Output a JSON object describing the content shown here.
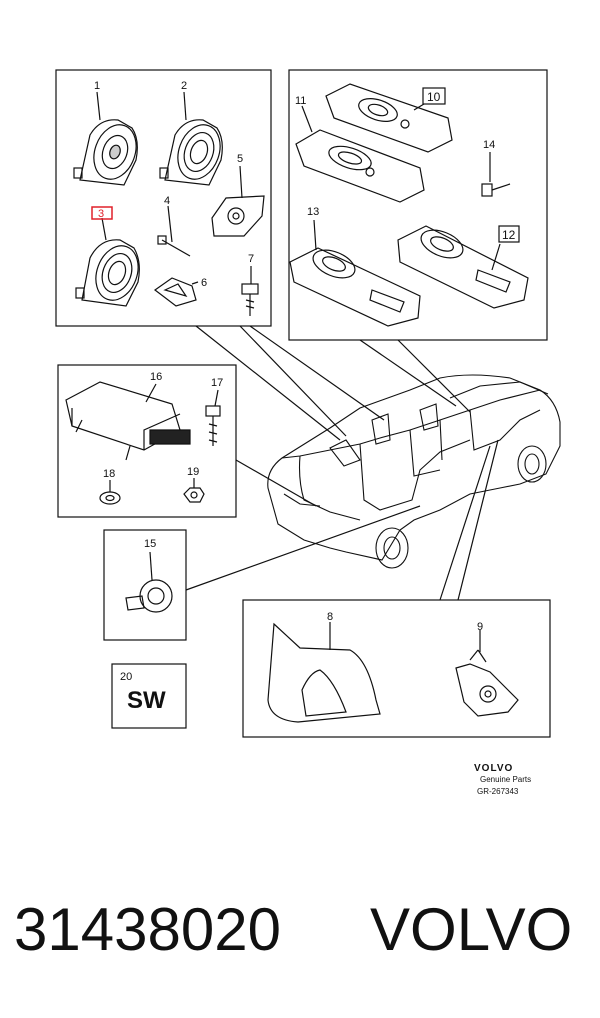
{
  "callouts": {
    "c1": "1",
    "c2": "2",
    "c3": "3",
    "c4": "4",
    "c5": "5",
    "c6": "6",
    "c7": "7",
    "c8": "8",
    "c9": "9",
    "c10": "10",
    "c11": "11",
    "c12": "12",
    "c13": "13",
    "c14": "14",
    "c15": "15",
    "c16": "16",
    "c17": "17",
    "c18": "18",
    "c19": "19",
    "c20": "20"
  },
  "sw_label": "SW",
  "brand_block": {
    "logo": "VOLVO",
    "line1": "Genuine Parts",
    "line2": "GR-267343"
  },
  "footer": {
    "part_number": "31438020",
    "brand": "VOLVO"
  },
  "colors": {
    "highlight": "#e0202a",
    "line": "#111111"
  }
}
